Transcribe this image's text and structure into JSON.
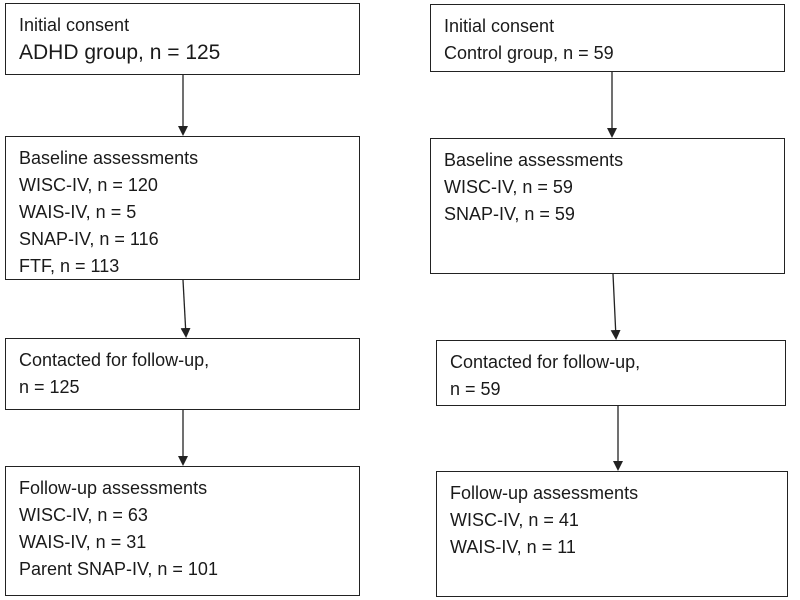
{
  "left": {
    "box1": {
      "lines": [
        "Initial consent",
        "ADHD group, n = 125"
      ]
    },
    "box2": {
      "lines": [
        "Baseline assessments",
        "WISC-IV, n = 120",
        "WAIS-IV, n = 5",
        "SNAP-IV, n = 116",
        "FTF, n = 113"
      ]
    },
    "box3": {
      "lines": [
        "Contacted for follow-up,",
        "n = 125"
      ]
    },
    "box4": {
      "lines": [
        "Follow-up assessments",
        "WISC-IV, n = 63",
        "WAIS-IV, n = 31",
        "Parent SNAP-IV, n = 101"
      ]
    }
  },
  "right": {
    "box1": {
      "lines": [
        "Initial consent",
        "Control group, n = 59"
      ]
    },
    "box2": {
      "lines": [
        "Baseline assessments",
        "WISC-IV, n = 59",
        "SNAP-IV, n = 59"
      ]
    },
    "box3": {
      "lines": [
        "Contacted for follow-up,",
        "n = 59"
      ]
    },
    "box4": {
      "lines": [
        "Follow-up assessments",
        "WISC-IV, n = 41",
        "WAIS-IV, n = 11"
      ]
    }
  },
  "colors": {
    "line": "#222222",
    "text": "#1a1a1a",
    "background": "#ffffff"
  }
}
